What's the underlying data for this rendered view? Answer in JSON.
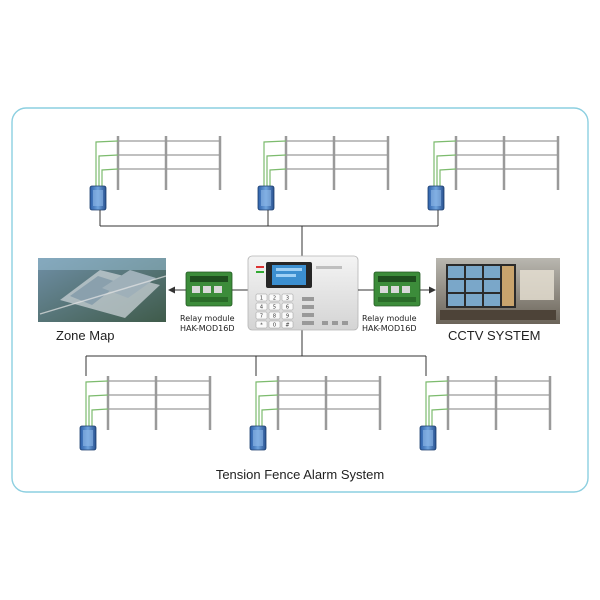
{
  "title": "Tension Fence Alarm System",
  "left_panel": {
    "label": "Zone Map",
    "relay_line1": "Relay module",
    "relay_line2": "HAK-MOD16D"
  },
  "right_panel": {
    "label": "CCTV SYSTEM",
    "relay_line1": "Relay module",
    "relay_line2": "HAK-MOD16D"
  },
  "keypad": [
    "1",
    "2",
    "3",
    "4",
    "5",
    "6",
    "7",
    "8",
    "9",
    "*",
    "0",
    "#"
  ],
  "colors": {
    "frame_border": "#8ccfe0",
    "fence_post": "#9a9a9a",
    "fence_wire": "#7dbb6e",
    "wiring": "#333333",
    "controller_screen": "#3c8fd0"
  }
}
